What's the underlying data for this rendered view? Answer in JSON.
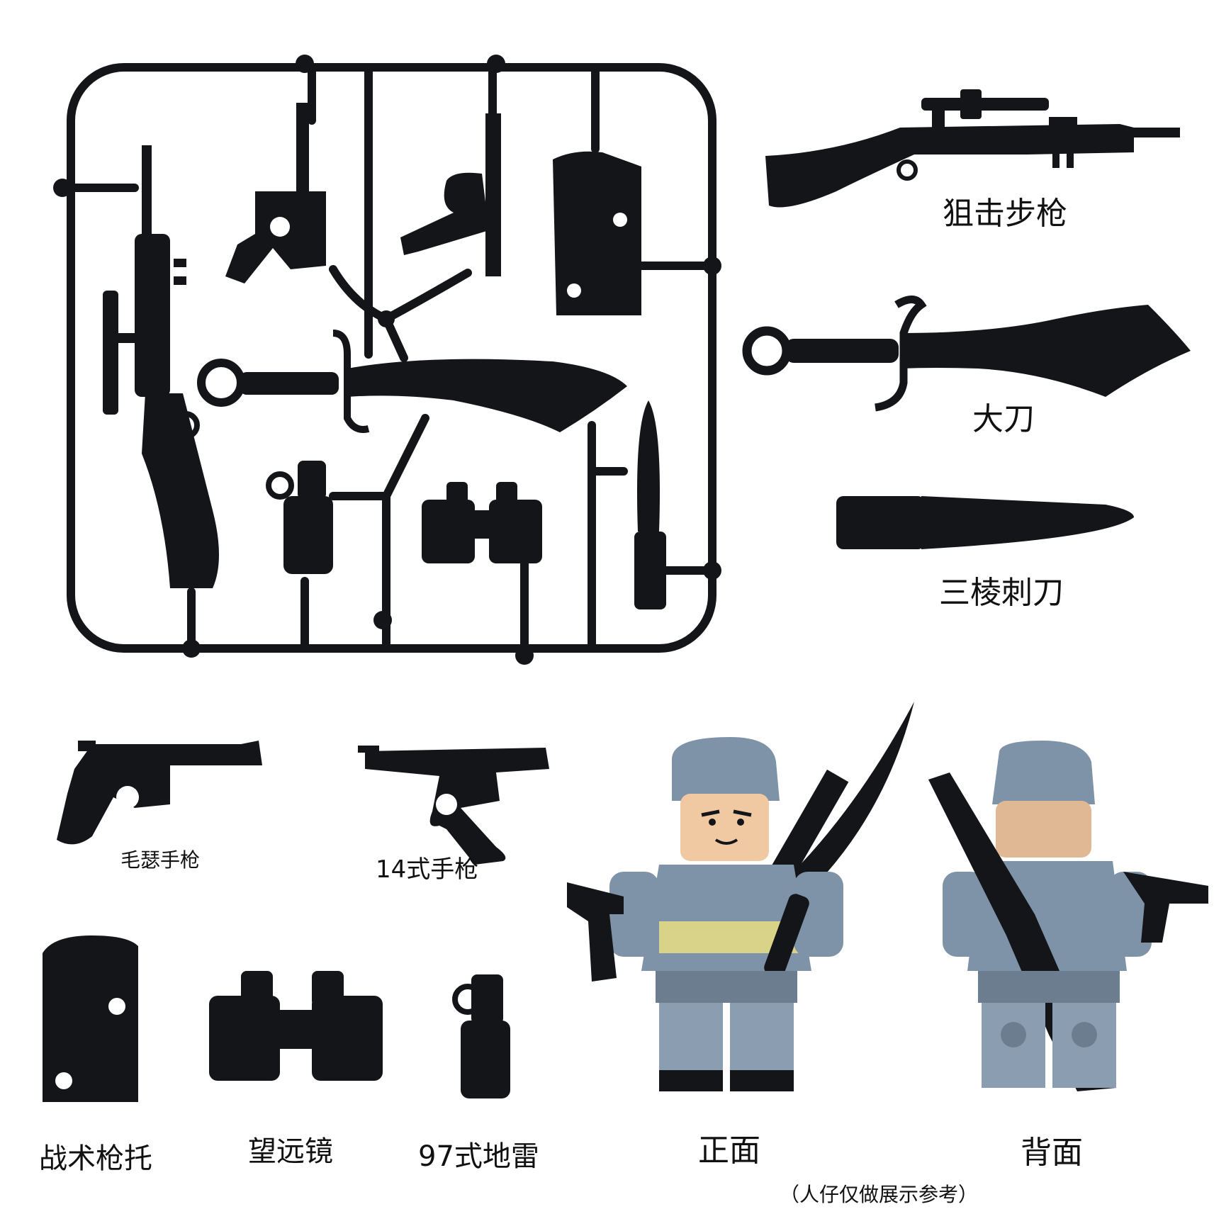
{
  "labels": {
    "sniper_rifle": "狙击步枪",
    "broadsword": "大刀",
    "bayonet": "三棱刺刀",
    "mauser_pistol": "毛瑟手枪",
    "type14_pistol": "14式手枪",
    "tactical_stock": "战术枪托",
    "binoculars": "望远镜",
    "type97_mine": "97式地雷",
    "front": "正面",
    "back": "背面",
    "disclaimer": "（人仔仅做展示参考）"
  },
  "colors": {
    "background": "#ffffff",
    "parts": "#141519",
    "uniform": "#7f93a8",
    "skin": "#f0c9a3",
    "belt": "#d9d38a"
  }
}
